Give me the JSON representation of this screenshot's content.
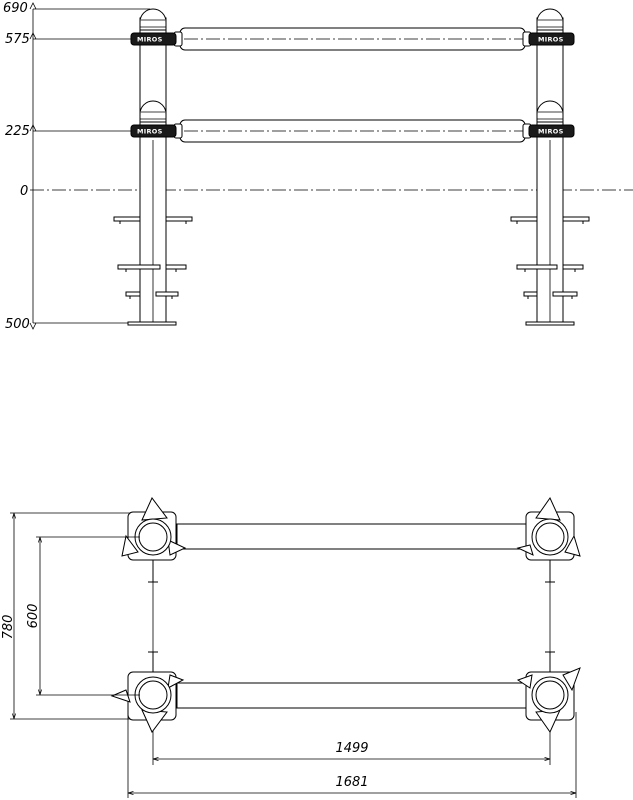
{
  "front_view": {
    "level_labels": [
      "690",
      "575",
      "225",
      "0",
      "500"
    ],
    "brand_text": "MIROS"
  },
  "plan_view": {
    "dims": {
      "depth_outer": "780",
      "depth_inner": "600",
      "length_inner": "1499",
      "length_outer": "1681"
    }
  }
}
